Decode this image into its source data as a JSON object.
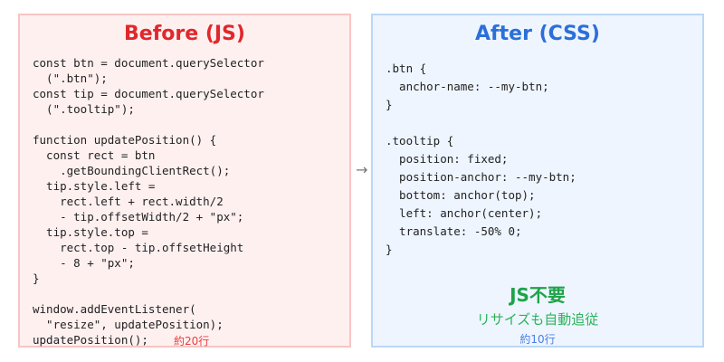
{
  "before": {
    "title": "Before (JS)",
    "code": "const btn = document.querySelector\n  (\".btn\");\nconst tip = document.querySelector\n  (\".tooltip\");\n\nfunction updatePosition() {\n  const rect = btn\n    .getBoundingClientRect();\n  tip.style.left =\n    rect.left + rect.width/2\n    - tip.offsetWidth/2 + \"px\";\n  tip.style.top =\n    rect.top - tip.offsetHeight\n    - 8 + \"px\";\n}\n\nwindow.addEventListener(\n  \"resize\", updatePosition);\nupdatePosition();",
    "line_count": "約20行"
  },
  "arrow": "→",
  "after": {
    "title": "After (CSS)",
    "code": ".btn {\n  anchor-name: --my-btn;\n}\n\n.tooltip {\n  position: fixed;\n  position-anchor: --my-btn;\n  bottom: anchor(top);\n  left: anchor(center);\n  translate: -50% 0;\n}",
    "headline": "JS不要",
    "subtext": "リサイズも自動追従",
    "line_count": "約10行"
  },
  "colors": {
    "red": "#e0282c",
    "blue": "#2b6fd9",
    "green": "#1ea34a"
  }
}
